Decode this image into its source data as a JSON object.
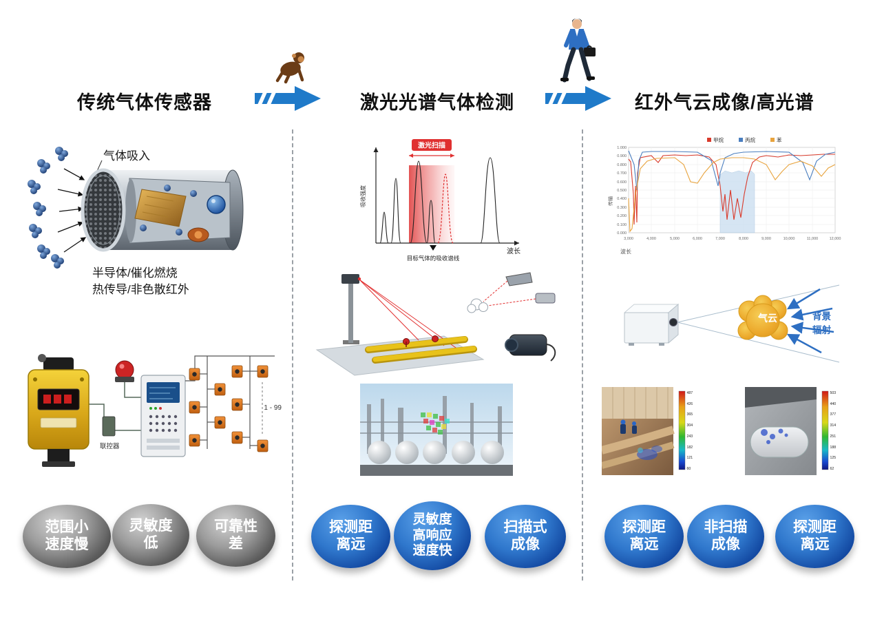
{
  "titles": {
    "col1": "传统气体传感器",
    "col2": "激光光谱气体检测",
    "col3": "红外气云成像/高光谱"
  },
  "colors": {
    "arrow_blue": "#1f7ac9",
    "laser_red": "#e03030",
    "radiation_blue": "#2e6fc2"
  },
  "col1": {
    "gas_intake": "气体吸入",
    "tech_line1": "半导体/催化燃烧",
    "tech_line2": "热传导/非色散红外",
    "controller_label": "联控器",
    "detector_range": "1 - 99",
    "badges": [
      "范围小\n速度慢",
      "灵敏度\n低",
      "可靠性\n差"
    ]
  },
  "col2": {
    "chart": {
      "scan_label": "激光扫描",
      "y_label": "吸收强度",
      "x_label": "波长",
      "annotation": "目标气体的吸收谱线"
    },
    "badges": [
      "探测距\n离远",
      "灵敏度\n高响应\n速度快",
      "扫描式\n成像"
    ]
  },
  "col3": {
    "chart": {
      "legend": [
        {
          "label": "甲烷",
          "color": "#d93a2b"
        },
        {
          "label": "丙烷",
          "color": "#4a7ebf"
        },
        {
          "label": "苯",
          "color": "#e8a33d"
        }
      ],
      "y_label": "传输",
      "x_label": "波长",
      "y_ticks": [
        "1.000",
        "0.900",
        "0.800",
        "0.700",
        "0.600",
        "0.500",
        "0.400",
        "0.300",
        "0.200",
        "0.100",
        "0.000"
      ],
      "x_ticks": [
        "3,000",
        "4,000",
        "5,000",
        "6,000",
        "7,000",
        "8,000",
        "9,000",
        "10,000",
        "11,000",
        "12,000"
      ]
    },
    "cloud_label": "气云",
    "radiation_label": "背景\n辐射",
    "thermal1_scale": [
      "487",
      "426",
      "365",
      "304",
      "243",
      "182",
      "121",
      "60"
    ],
    "thermal2_scale": [
      "503",
      "440",
      "377",
      "314",
      "251",
      "188",
      "125",
      "62"
    ],
    "badges": [
      "探测距\n离远",
      "非扫描\n成像",
      "探测距\n离远"
    ]
  }
}
